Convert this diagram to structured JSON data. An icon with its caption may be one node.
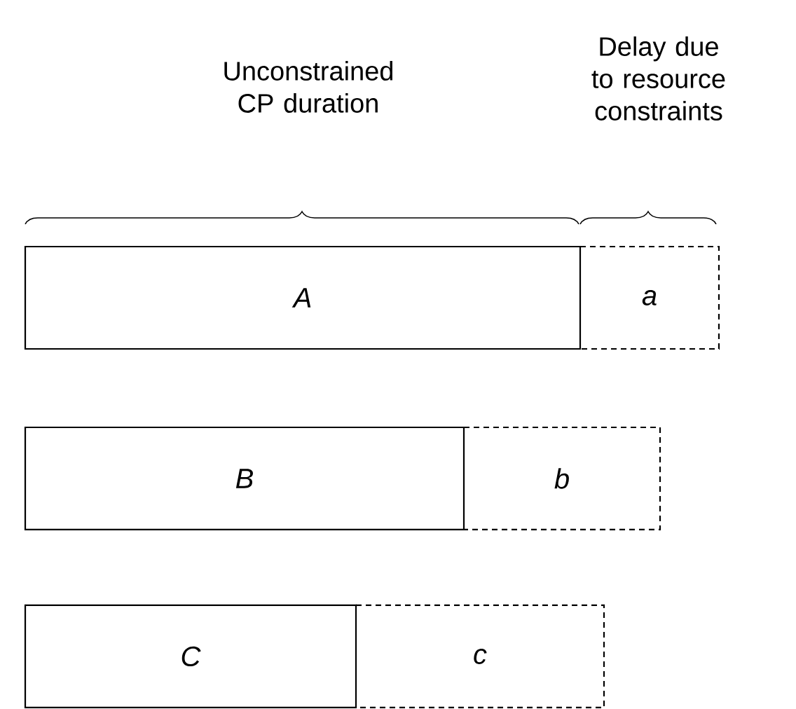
{
  "diagram": {
    "nodes": [
      {
        "text": [
          "A"
        ]
      },
      {
        "text": [
          "a"
        ]
      },
      {
        "text": [
          "B"
        ]
      },
      {
        "text": [
          "b"
        ]
      },
      {
        "text": [
          "C"
        ]
      },
      {
        "text": [
          "c"
        ]
      }
    ],
    "labels": [
      "Unconstrained CP duration",
      "Delay due to resource constraints"
    ]
  }
}
